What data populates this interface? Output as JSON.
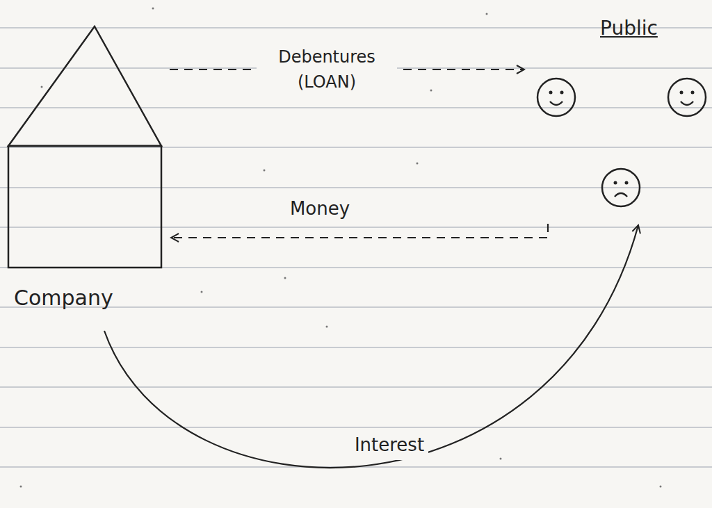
{
  "diagram": {
    "nodes": [
      {
        "text": [
          "Company"
        ]
      },
      {
        "text": [
          "Public"
        ]
      }
    ],
    "edges": [
      {
        "from": 0,
        "to": 1,
        "arrow": "to",
        "label": "Debentures (LOAN)"
      },
      {
        "from": 1,
        "to": 0,
        "arrow": "to",
        "label": "Money"
      },
      {
        "from": 0,
        "to": 1,
        "arrow": "to",
        "label": "Interest"
      }
    ]
  }
}
